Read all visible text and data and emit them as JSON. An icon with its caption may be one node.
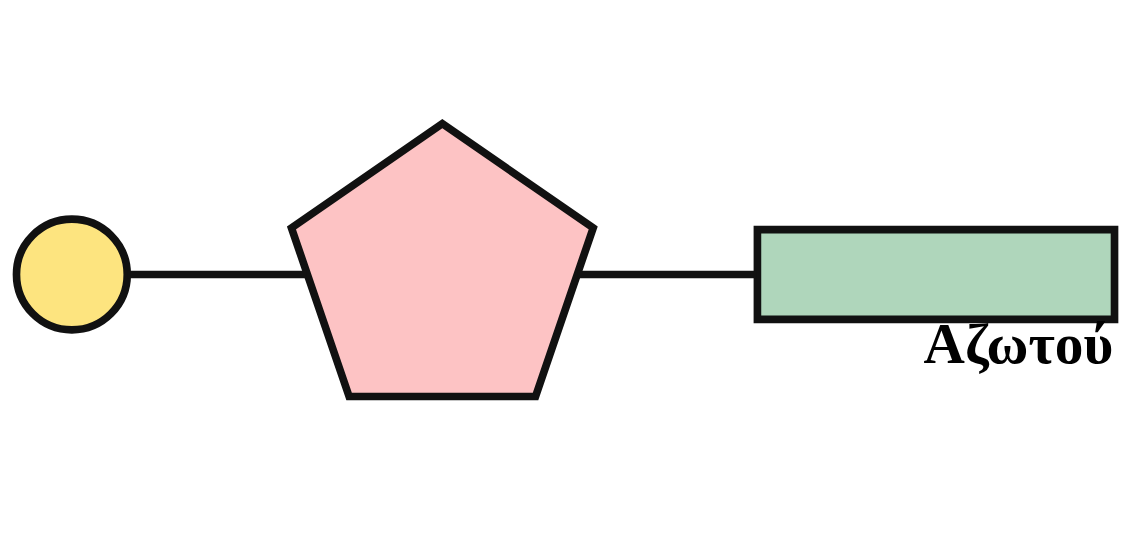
{
  "diagram": {
    "nodes": [
      {
        "text": [],
        "shape": "circle"
      },
      {
        "text": [],
        "shape": "pentagon"
      },
      {
        "text": [],
        "shape": "box",
        "beside": [
          "Αζωτού"
        ]
      }
    ],
    "edges": [
      {
        "from": 0,
        "to": 1,
        "arrow": "none"
      },
      {
        "from": 1,
        "to": 2,
        "arrow": "none"
      }
    ]
  }
}
